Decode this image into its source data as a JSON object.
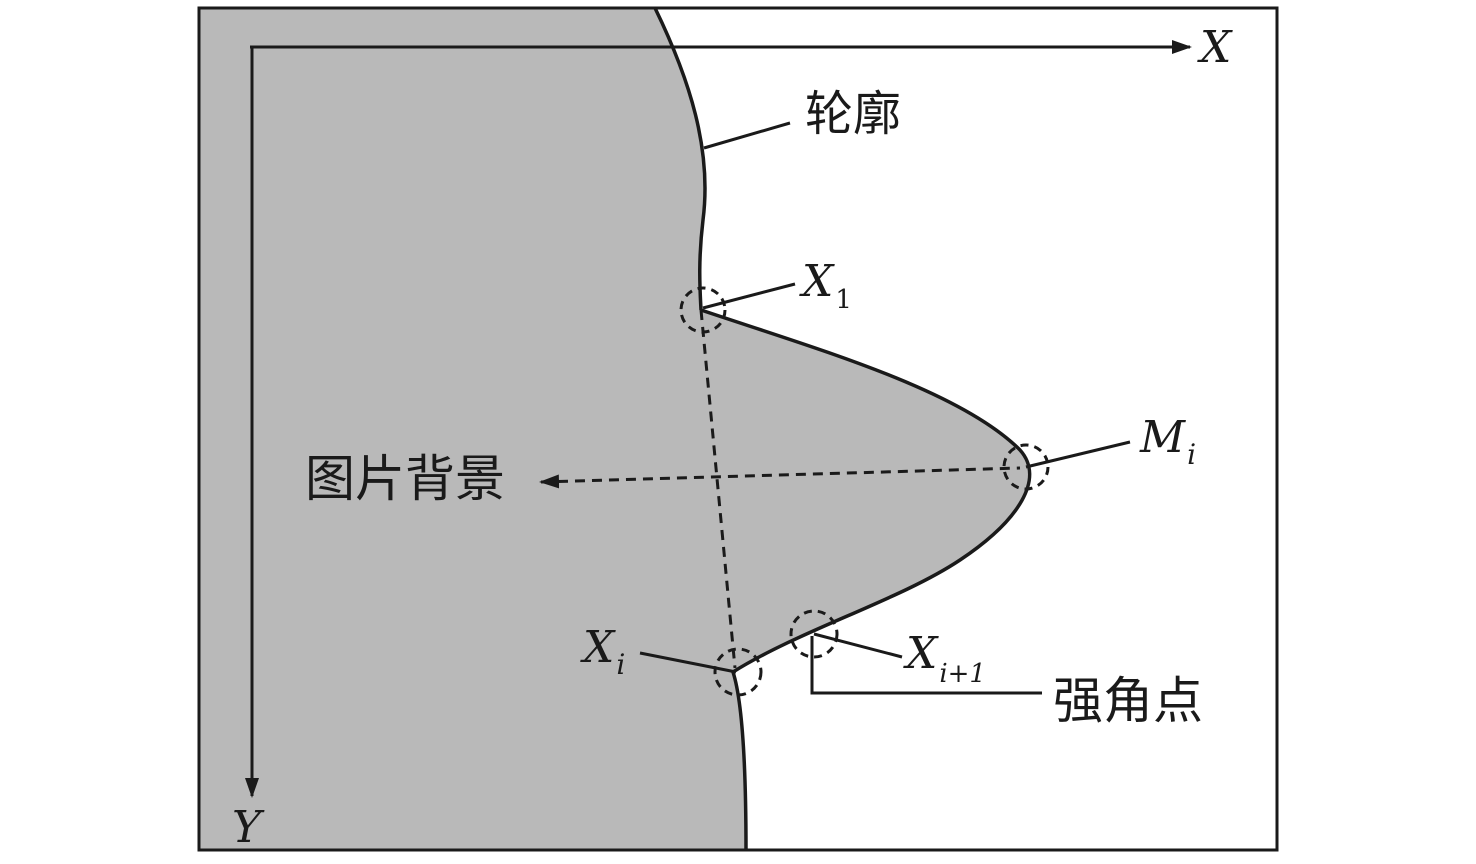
{
  "colors": {
    "background_fill": "#b9b9b9",
    "stroke": "#1a1a1a",
    "paper": "#ffffff"
  },
  "axes": {
    "x_label": "X",
    "y_label": "Y"
  },
  "labels": {
    "contour": "轮廓",
    "background": "图片背景",
    "strong_corner": "强角点",
    "x1": {
      "main": "X",
      "sub": "1"
    },
    "mi": {
      "main": "M",
      "sub": "i"
    },
    "xi": {
      "main": "X",
      "sub": "i"
    },
    "xi1": {
      "main": "X",
      "sub": "i+1"
    }
  }
}
